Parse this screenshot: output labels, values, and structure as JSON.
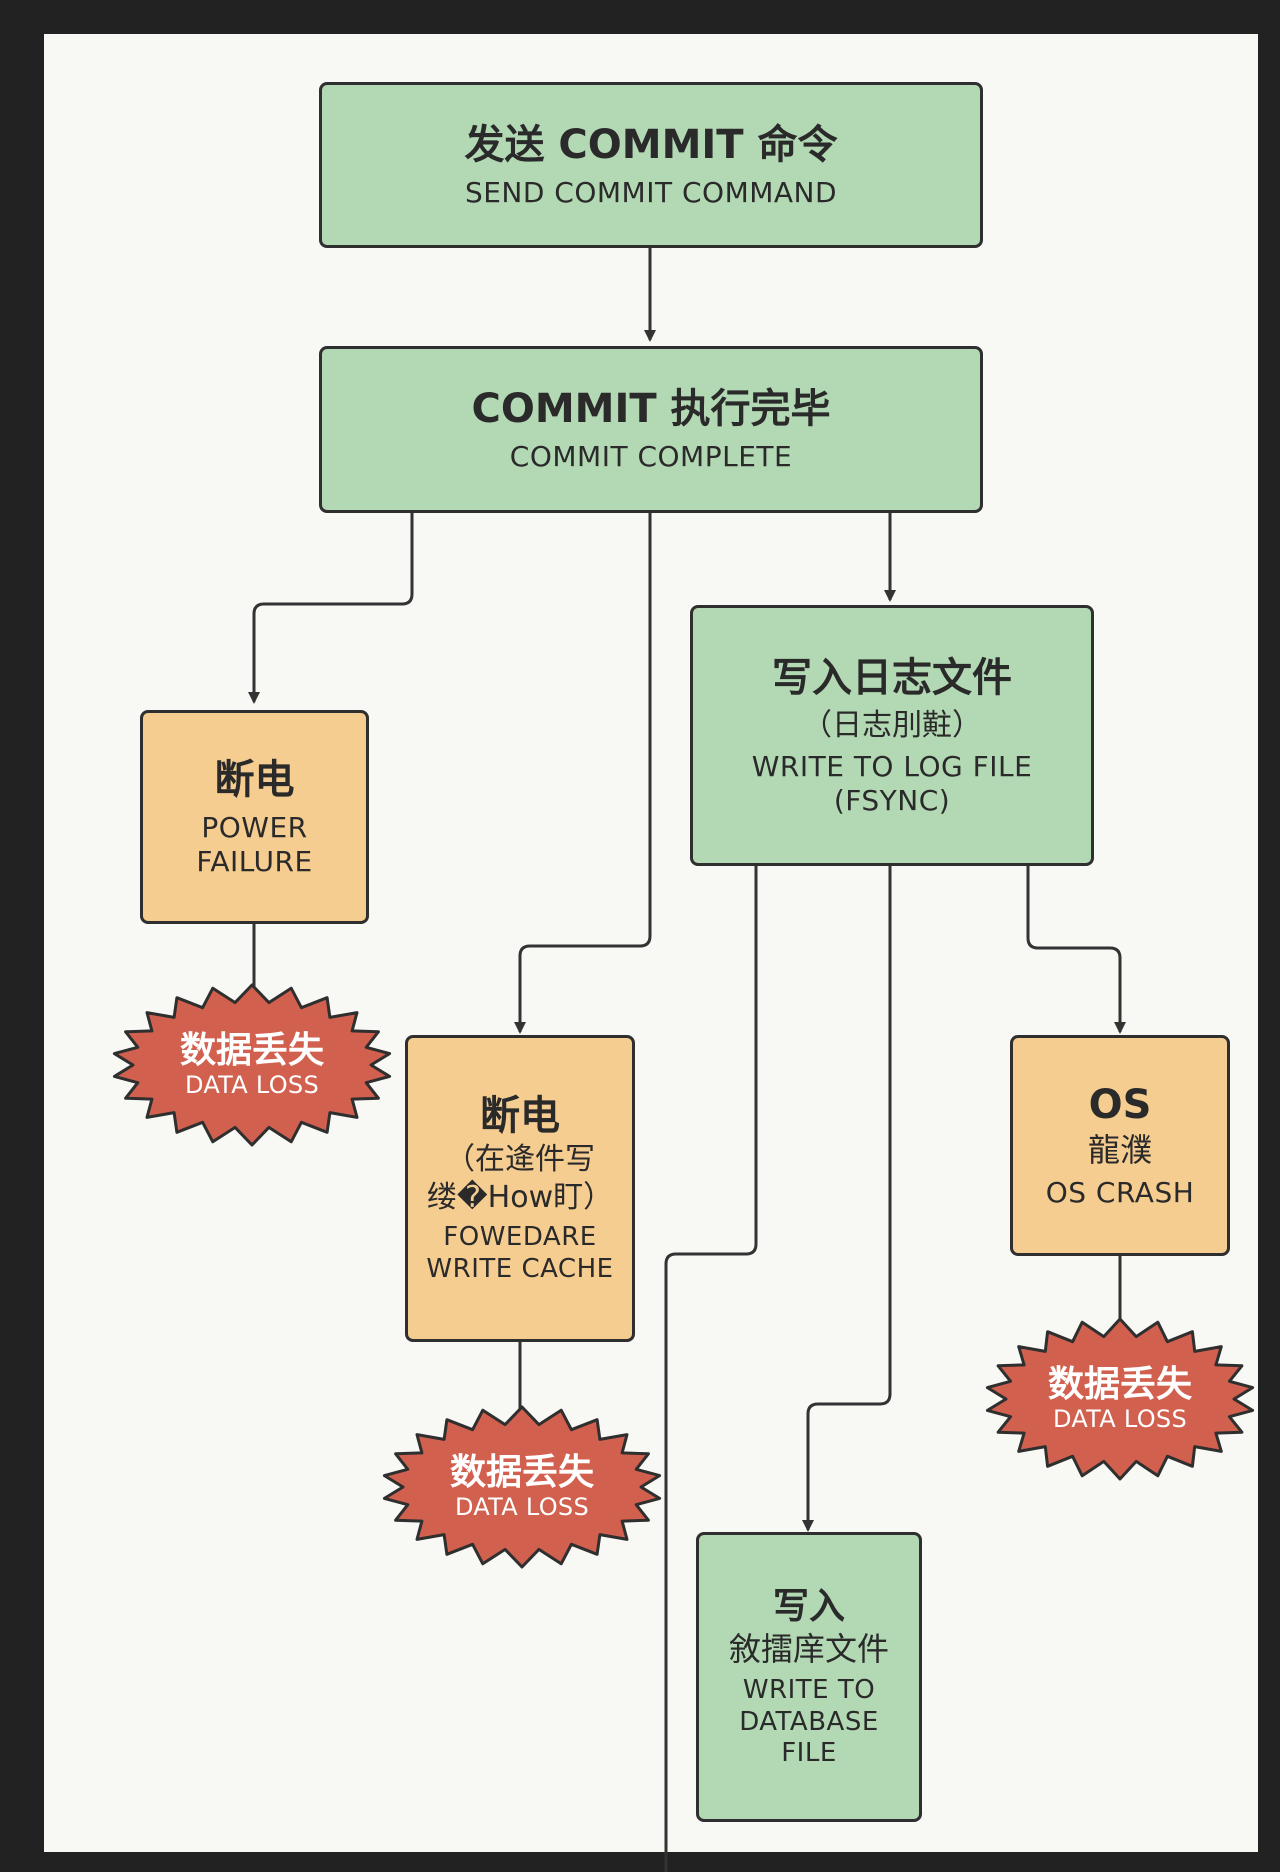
{
  "colors": {
    "frame": "#222222",
    "panel": "#f8f8f4",
    "process_box": "#b3d8b4",
    "failure_box": "#f6cd90",
    "data_loss_burst": "#d2604f",
    "outline": "#2f2f2f"
  },
  "nodes": {
    "send_commit": {
      "zh": "发送 COMMIT 命令",
      "en": "SEND COMMIT COMMAND"
    },
    "commit_complete": {
      "zh": "COMMIT 执行完毕",
      "en": "COMMIT COMPLETE"
    },
    "write_log": {
      "zh": "写入日志文件",
      "zh_sub": "（日志刖黈）",
      "en": "WRITE TO LOG FILE",
      "en_sub": "(FSYNC)"
    },
    "power_failure": {
      "zh": "断电",
      "en1": "POWER",
      "en2": "FAILURE"
    },
    "hw_cache_failure": {
      "zh": "断电",
      "zh_sub1": "（在逄件写",
      "zh_sub2": "缕�How盯）",
      "en1": "FOWEDARE",
      "en2": "WRITE CACHE"
    },
    "os_crash": {
      "zh1": "OS",
      "zh2": "龍濮",
      "en": "OS CRASH"
    },
    "write_db": {
      "zh1": "写入",
      "zh2": "敘擂庠文件",
      "en1": "WRITE TO",
      "en2": "DATABASE",
      "en3": "FILE"
    }
  },
  "data_loss": {
    "zh": "数据丢失",
    "en": "DATA LOSS"
  }
}
